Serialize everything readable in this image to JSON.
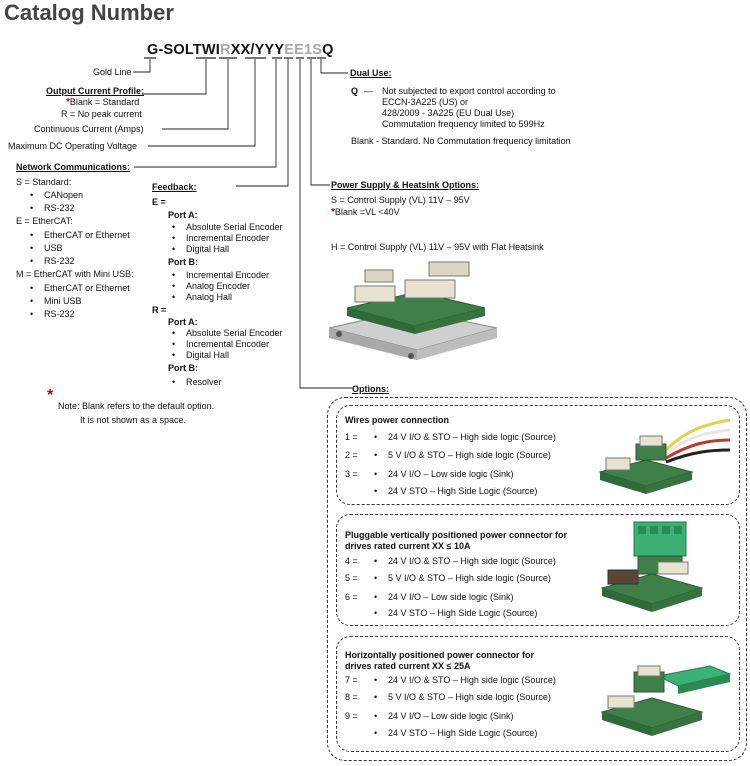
{
  "title": "Catalog Number",
  "code": {
    "part1": "G",
    "part2": "-SOLTWI",
    "part3": "R",
    "part4": "XX/YYY",
    "part5": "EE1",
    "part6": "S",
    "part7": "Q"
  },
  "left": {
    "gold_line": "Gold Line",
    "output_current_title": "Output Current Profile:",
    "output_blank": "Blank = Standard",
    "output_r": "R = No peak current",
    "continuous": "Continuous Current (Amps)",
    "max_dc": "Maximum  DC Operating Voltage",
    "network_title": "Network Communications:",
    "net_s": "S = Standard:",
    "net_s_items": [
      "CANopen",
      "RS-232"
    ],
    "net_e": "E = EtherCAT:",
    "net_e_items": [
      "EtherCAT or Ethernet",
      "USB",
      "RS-232"
    ],
    "net_m": "M = EtherCAT with Mini USB:",
    "net_m_items": [
      "EtherCAT or Ethernet",
      "Mini USB",
      "RS-232"
    ],
    "note1": "Note: Blank refers to the default option.",
    "note2": "It is not shown as a space."
  },
  "feedback": {
    "title": "Feedback:",
    "e": "E =",
    "e_port_a": "Port A:",
    "e_port_a_items": [
      "Absolute Serial Encoder",
      "Incremental Encoder",
      "Digital Hall"
    ],
    "e_port_b": "Port B:",
    "e_port_b_items": [
      "Incremental Encoder",
      "Analog Encoder",
      "Analog Hall"
    ],
    "r": "R =",
    "r_port_a": "Port A:",
    "r_port_a_items": [
      "Absolute Serial Encoder",
      "Incremental Encoder",
      "Digital Hall"
    ],
    "r_port_b": "Port B:",
    "r_port_b_items": [
      "Resolver"
    ]
  },
  "dual_use": {
    "title": "Dual Use:",
    "q_key": "Q",
    "q_dash": "—",
    "q_lines": [
      "Not subjected to export control according to",
      "ECCN-3A225 (US) or",
      "428/2009 - 3A225 (EU Dual Use)",
      "Commutation frequency limited to 599Hz"
    ],
    "blank": "Blank -  Standard. No Commutation frequency limitation"
  },
  "power": {
    "title": "Power Supply & Heatsink Options:",
    "s": "S =   Control Supply (VL) 11V – 95V",
    "blank": "Blank  =VL <40V",
    "h": "H =   Control Supply (VL) 11V – 95V with Flat Heatsink"
  },
  "options": {
    "title": "Options:",
    "groups": [
      {
        "title1": "Wires power connection",
        "title2": "",
        "rows": [
          {
            "num": "1 =",
            "text": "24 V I/O & STO – High side logic (Source)"
          },
          {
            "num": "2 =",
            "text": "5 V I/O & STO – High side logic (Source)"
          },
          {
            "num": "3 =",
            "text": "24 V I/O – Low side logic (Sink)"
          },
          {
            "num": "",
            "text": "24 V STO – High Side Logic (Source)"
          }
        ]
      },
      {
        "title1": "Pluggable vertically positioned power connector for",
        "title2": "drives rated current XX ≤ 10A",
        "rows": [
          {
            "num": "4 =",
            "text": "24 V I/O & STO – High side logic (Source)"
          },
          {
            "num": "5 =",
            "text": "5 V I/O & STO – High side logic (Source)"
          },
          {
            "num": "6 =",
            "text": "24 V I/O – Low side logic (Sink)"
          },
          {
            "num": "",
            "text": "24 V STO – High Side Logic (Source)"
          }
        ]
      },
      {
        "title1": "Horizontally positioned power connector for",
        "title2": "drives rated current XX ≤ 25A",
        "rows": [
          {
            "num": "7 =",
            "text": "24 V I/O & STO – High side logic (Source)"
          },
          {
            "num": "8 =",
            "text": "5 V I/O & STO – High side logic (Source)"
          },
          {
            "num": "9 =",
            "text": "24 V I/O – Low side logic (Sink)"
          },
          {
            "num": "",
            "text": "24 V STO – High Side Logic (Source)"
          }
        ]
      }
    ]
  },
  "colors": {
    "gray_code": "#a8a8a8",
    "star": "#cc0000",
    "board_green": "#3f7f4a",
    "connector": "#3bb273"
  }
}
